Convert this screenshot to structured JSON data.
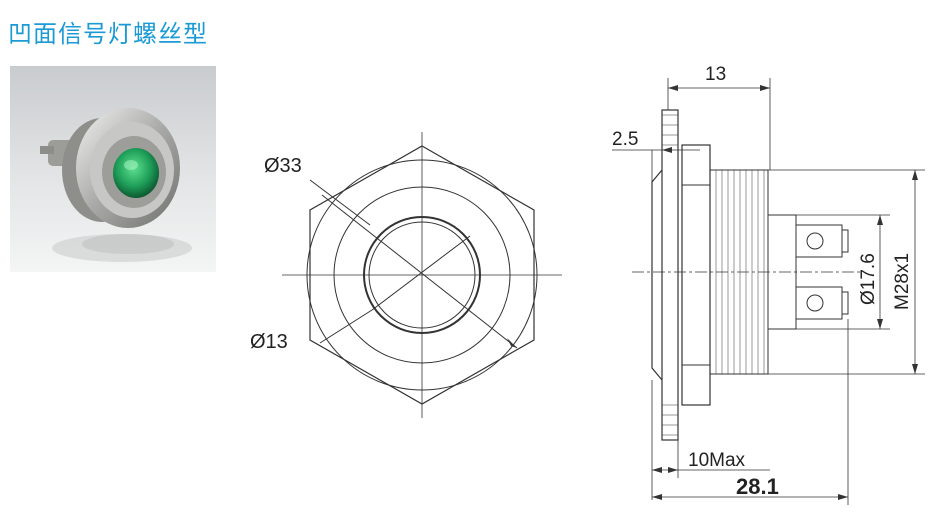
{
  "title": "凹面信号灯螺丝型",
  "product_photo": {
    "subject": "indicator lamp",
    "lamp_color": "#1fa05a"
  },
  "front_view": {
    "outer_diameter_label": "Ø33",
    "inner_diameter_label": "Ø13"
  },
  "side_view": {
    "top_length_label": "13",
    "flange_thickness_label": "2.5",
    "thread_label": "M28x1",
    "body_diameter_label": "Ø17.6",
    "terminal_max_label": "10Max",
    "total_length_label": "28.1"
  },
  "colors": {
    "title": "#1b9ad6",
    "line": "#333333"
  }
}
